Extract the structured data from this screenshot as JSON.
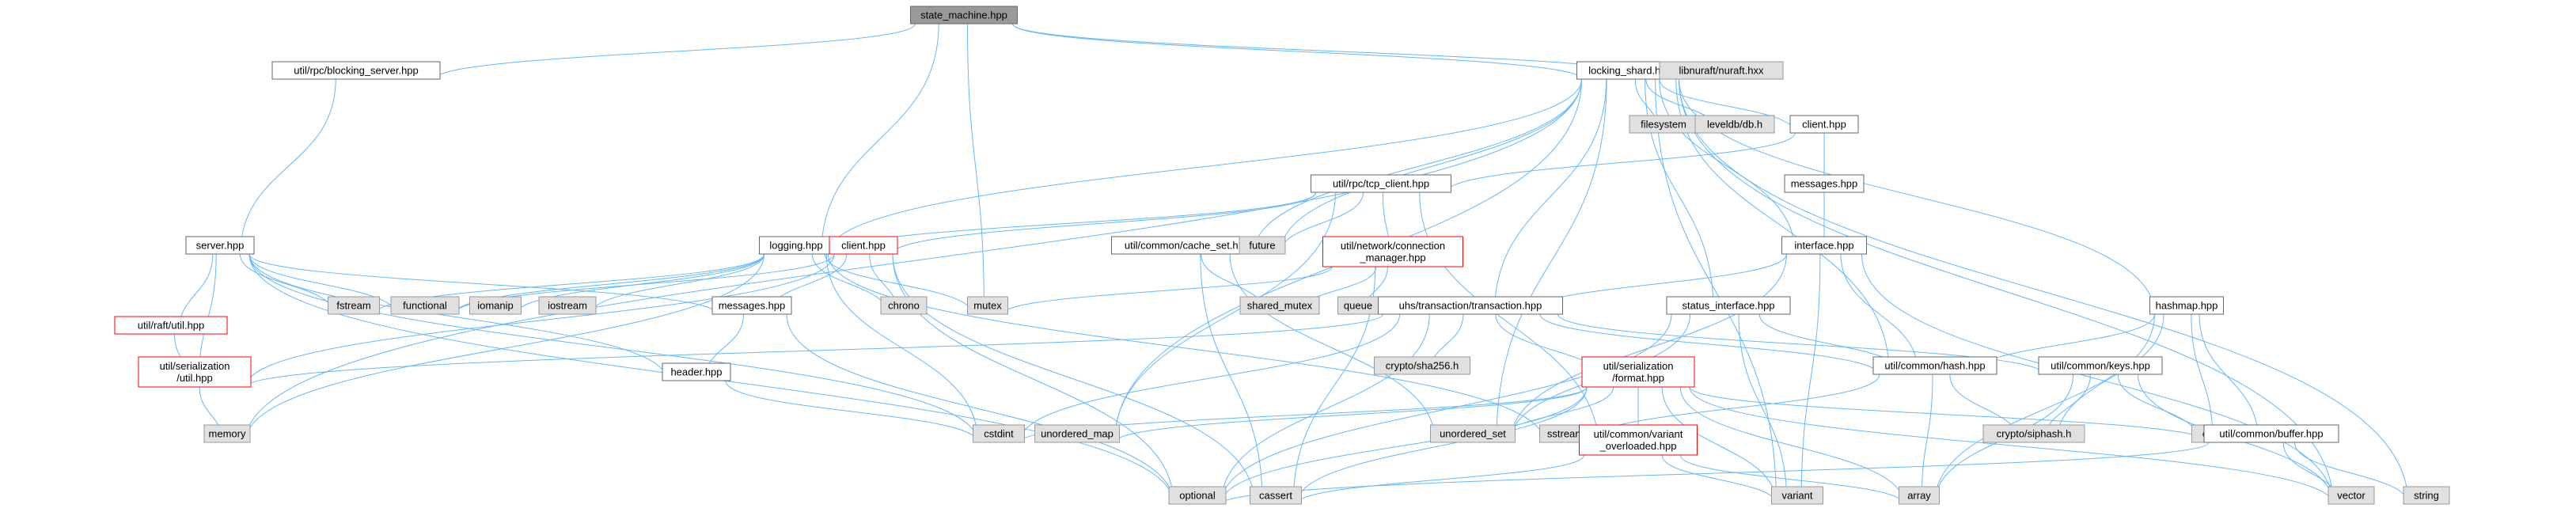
{
  "colors": {
    "root_fill": "#999999",
    "normal_fill": "#ffffff",
    "normal_stroke": "#666666",
    "external_fill": "#e0e0e0",
    "external_stroke": "#999999",
    "unresolved_stroke": "#ff0000",
    "edge": "#63b8ff"
  },
  "nodes": [
    {
      "id": "state_machine",
      "lines": [
        "state_machine.hpp"
      ],
      "kind": "root"
    },
    {
      "id": "blocking_server",
      "lines": [
        "util/rpc/blocking_server.hpp"
      ],
      "kind": "normal"
    },
    {
      "id": "locking_shard",
      "lines": [
        "locking_shard.hpp"
      ],
      "kind": "normal"
    },
    {
      "id": "nuraft",
      "lines": [
        "libnuraft/nuraft.hxx"
      ],
      "kind": "external"
    },
    {
      "id": "server",
      "lines": [
        "server.hpp"
      ],
      "kind": "normal"
    },
    {
      "id": "raft_util",
      "lines": [
        "util/raft/util.hpp"
      ],
      "kind": "unresolved"
    },
    {
      "id": "ser_util",
      "lines": [
        "util/serialization",
        "/util.hpp"
      ],
      "kind": "unresolved"
    },
    {
      "id": "memory",
      "lines": [
        "memory"
      ],
      "kind": "external"
    },
    {
      "id": "fstream",
      "lines": [
        "fstream"
      ],
      "kind": "external"
    },
    {
      "id": "functional",
      "lines": [
        "functional"
      ],
      "kind": "external"
    },
    {
      "id": "iomanip",
      "lines": [
        "iomanip"
      ],
      "kind": "external"
    },
    {
      "id": "iostream",
      "lines": [
        "iostream"
      ],
      "kind": "external"
    },
    {
      "id": "logging",
      "lines": [
        "logging.hpp"
      ],
      "kind": "normal"
    },
    {
      "id": "client_red",
      "lines": [
        "client.hpp"
      ],
      "kind": "unresolved"
    },
    {
      "id": "chrono",
      "lines": [
        "chrono"
      ],
      "kind": "external"
    },
    {
      "id": "messages_left",
      "lines": [
        "messages.hpp"
      ],
      "kind": "normal"
    },
    {
      "id": "header",
      "lines": [
        "header.hpp"
      ],
      "kind": "normal"
    },
    {
      "id": "mutex",
      "lines": [
        "mutex"
      ],
      "kind": "external"
    },
    {
      "id": "cstdint",
      "lines": [
        "cstdint"
      ],
      "kind": "external"
    },
    {
      "id": "optional",
      "lines": [
        "optional"
      ],
      "kind": "external"
    },
    {
      "id": "cassert",
      "lines": [
        "cassert"
      ],
      "kind": "external"
    },
    {
      "id": "unordered_map",
      "lines": [
        "unordered_map"
      ],
      "kind": "external"
    },
    {
      "id": "cache_set",
      "lines": [
        "util/common/cache_set.hpp"
      ],
      "kind": "normal"
    },
    {
      "id": "shared_mutex",
      "lines": [
        "shared_mutex"
      ],
      "kind": "external"
    },
    {
      "id": "tcp_client",
      "lines": [
        "util/rpc/tcp_client.hpp"
      ],
      "kind": "normal"
    },
    {
      "id": "future",
      "lines": [
        "future"
      ],
      "kind": "external"
    },
    {
      "id": "conn_manager",
      "lines": [
        "util/network/connection",
        "_manager.hpp"
      ],
      "kind": "unresolved"
    },
    {
      "id": "queue",
      "lines": [
        "queue"
      ],
      "kind": "external"
    },
    {
      "id": "transaction",
      "lines": [
        "uhs/transaction/transaction.hpp"
      ],
      "kind": "normal"
    },
    {
      "id": "sha256",
      "lines": [
        "crypto/sha256.h"
      ],
      "kind": "external"
    },
    {
      "id": "format",
      "lines": [
        "util/serialization",
        "/format.hpp"
      ],
      "kind": "unresolved"
    },
    {
      "id": "unordered_set",
      "lines": [
        "unordered_set"
      ],
      "kind": "external"
    },
    {
      "id": "sstream",
      "lines": [
        "sstream"
      ],
      "kind": "external"
    },
    {
      "id": "variant_overloaded",
      "lines": [
        "util/common/variant",
        "_overloaded.hpp"
      ],
      "kind": "unresolved"
    },
    {
      "id": "variant",
      "lines": [
        "variant"
      ],
      "kind": "external"
    },
    {
      "id": "array",
      "lines": [
        "array"
      ],
      "kind": "external"
    },
    {
      "id": "filesystem",
      "lines": [
        "filesystem"
      ],
      "kind": "external"
    },
    {
      "id": "leveldb",
      "lines": [
        "leveldb/db.h"
      ],
      "kind": "external"
    },
    {
      "id": "client_main",
      "lines": [
        "client.hpp"
      ],
      "kind": "normal"
    },
    {
      "id": "messages_right",
      "lines": [
        "messages.hpp"
      ],
      "kind": "normal"
    },
    {
      "id": "interface",
      "lines": [
        "interface.hpp"
      ],
      "kind": "normal"
    },
    {
      "id": "status_interface",
      "lines": [
        "status_interface.hpp"
      ],
      "kind": "normal"
    },
    {
      "id": "hash",
      "lines": [
        "util/common/hash.hpp"
      ],
      "kind": "normal"
    },
    {
      "id": "keys",
      "lines": [
        "util/common/keys.hpp"
      ],
      "kind": "normal"
    },
    {
      "id": "siphash",
      "lines": [
        "crypto/siphash.h"
      ],
      "kind": "external"
    },
    {
      "id": "hashmap",
      "lines": [
        "hashmap.hpp"
      ],
      "kind": "normal"
    },
    {
      "id": "cstring",
      "lines": [
        "cstring"
      ],
      "kind": "external"
    },
    {
      "id": "buffer",
      "lines": [
        "util/common/buffer.hpp"
      ],
      "kind": "normal"
    },
    {
      "id": "vector",
      "lines": [
        "vector"
      ],
      "kind": "external"
    },
    {
      "id": "string",
      "lines": [
        "string"
      ],
      "kind": "external"
    }
  ],
  "edges": [
    [
      "state_machine",
      "blocking_server"
    ],
    [
      "state_machine",
      "locking_shard"
    ],
    [
      "state_machine",
      "nuraft"
    ],
    [
      "state_machine",
      "logging"
    ],
    [
      "state_machine",
      "mutex"
    ],
    [
      "blocking_server",
      "server"
    ],
    [
      "server",
      "raft_util"
    ],
    [
      "server",
      "ser_util"
    ],
    [
      "server",
      "header"
    ],
    [
      "server",
      "messages_left"
    ],
    [
      "server",
      "fstream"
    ],
    [
      "server",
      "functional"
    ],
    [
      "server",
      "cstdint"
    ],
    [
      "server",
      "optional"
    ],
    [
      "raft_util",
      "ser_util"
    ],
    [
      "ser_util",
      "memory"
    ],
    [
      "logging",
      "fstream"
    ],
    [
      "logging",
      "functional"
    ],
    [
      "logging",
      "iomanip"
    ],
    [
      "logging",
      "iostream"
    ],
    [
      "logging",
      "chrono"
    ],
    [
      "logging",
      "mutex"
    ],
    [
      "logging",
      "memory"
    ],
    [
      "logging",
      "cstdint"
    ],
    [
      "logging",
      "sstream"
    ],
    [
      "client_red",
      "ser_util"
    ],
    [
      "client_red",
      "messages_left"
    ],
    [
      "client_red",
      "chrono"
    ],
    [
      "client_red",
      "functional"
    ],
    [
      "client_red",
      "cassert"
    ],
    [
      "client_red",
      "optional"
    ],
    [
      "messages_left",
      "header"
    ],
    [
      "messages_left",
      "optional"
    ],
    [
      "header",
      "cstdint"
    ],
    [
      "locking_shard",
      "memory"
    ],
    [
      "locking_shard",
      "logging"
    ],
    [
      "locking_shard",
      "unordered_map"
    ],
    [
      "locking_shard",
      "cache_set"
    ],
    [
      "locking_shard",
      "future"
    ],
    [
      "locking_shard",
      "transaction"
    ],
    [
      "locking_shard",
      "filesystem"
    ],
    [
      "locking_shard",
      "leveldb"
    ],
    [
      "locking_shard",
      "client_main"
    ],
    [
      "locking_shard",
      "interface"
    ],
    [
      "locking_shard",
      "status_interface"
    ],
    [
      "locking_shard",
      "hash"
    ],
    [
      "locking_shard",
      "hashmap"
    ],
    [
      "locking_shard",
      "unordered_set"
    ],
    [
      "locking_shard",
      "variant"
    ],
    [
      "locking_shard",
      "vector"
    ],
    [
      "locking_shard",
      "string"
    ],
    [
      "cache_set",
      "shared_mutex"
    ],
    [
      "cache_set",
      "unordered_set"
    ],
    [
      "cache_set",
      "cassert"
    ],
    [
      "tcp_client",
      "logging"
    ],
    [
      "tcp_client",
      "client_red"
    ],
    [
      "tcp_client",
      "future"
    ],
    [
      "tcp_client",
      "conn_manager"
    ],
    [
      "tcp_client",
      "unordered_map"
    ],
    [
      "tcp_client",
      "variant_overloaded"
    ],
    [
      "conn_manager",
      "mutex"
    ],
    [
      "conn_manager",
      "queue"
    ],
    [
      "conn_manager",
      "shared_mutex"
    ],
    [
      "conn_manager",
      "cassert"
    ],
    [
      "client_main",
      "tcp_client"
    ],
    [
      "client_main",
      "messages_right"
    ],
    [
      "client_main",
      "interface"
    ],
    [
      "messages_right",
      "interface"
    ],
    [
      "interface",
      "transaction"
    ],
    [
      "interface",
      "hash"
    ],
    [
      "interface",
      "variant"
    ],
    [
      "interface",
      "vector"
    ],
    [
      "interface",
      "unordered_set"
    ],
    [
      "transaction",
      "ser_util"
    ],
    [
      "transaction",
      "sha256"
    ],
    [
      "transaction",
      "format"
    ],
    [
      "transaction",
      "hash"
    ],
    [
      "transaction",
      "keys"
    ],
    [
      "transaction",
      "cstdint"
    ],
    [
      "transaction",
      "optional"
    ],
    [
      "format",
      "unordered_map"
    ],
    [
      "format",
      "unordered_set"
    ],
    [
      "format",
      "variant_overloaded"
    ],
    [
      "format",
      "buffer"
    ],
    [
      "format",
      "array"
    ],
    [
      "format",
      "variant"
    ],
    [
      "format",
      "vector"
    ],
    [
      "format",
      "optional"
    ],
    [
      "format",
      "cassert"
    ],
    [
      "format",
      "cstdint"
    ],
    [
      "variant_overloaded",
      "variant"
    ],
    [
      "variant_overloaded",
      "array"
    ],
    [
      "variant_overloaded",
      "cassert"
    ],
    [
      "status_interface",
      "hash"
    ],
    [
      "status_interface",
      "variant"
    ],
    [
      "status_interface",
      "optional"
    ],
    [
      "status_interface",
      "unordered_set"
    ],
    [
      "hash",
      "sstream"
    ],
    [
      "hash",
      "siphash"
    ],
    [
      "hash",
      "array"
    ],
    [
      "keys",
      "siphash"
    ],
    [
      "keys",
      "cstring"
    ],
    [
      "keys",
      "vector"
    ],
    [
      "keys",
      "array"
    ],
    [
      "hashmap",
      "hash"
    ],
    [
      "hashmap",
      "siphash"
    ],
    [
      "hashmap",
      "cstring"
    ],
    [
      "hashmap",
      "buffer"
    ],
    [
      "hashmap",
      "array"
    ],
    [
      "buffer",
      "vector"
    ],
    [
      "buffer",
      "string"
    ],
    [
      "buffer",
      "optional"
    ]
  ]
}
